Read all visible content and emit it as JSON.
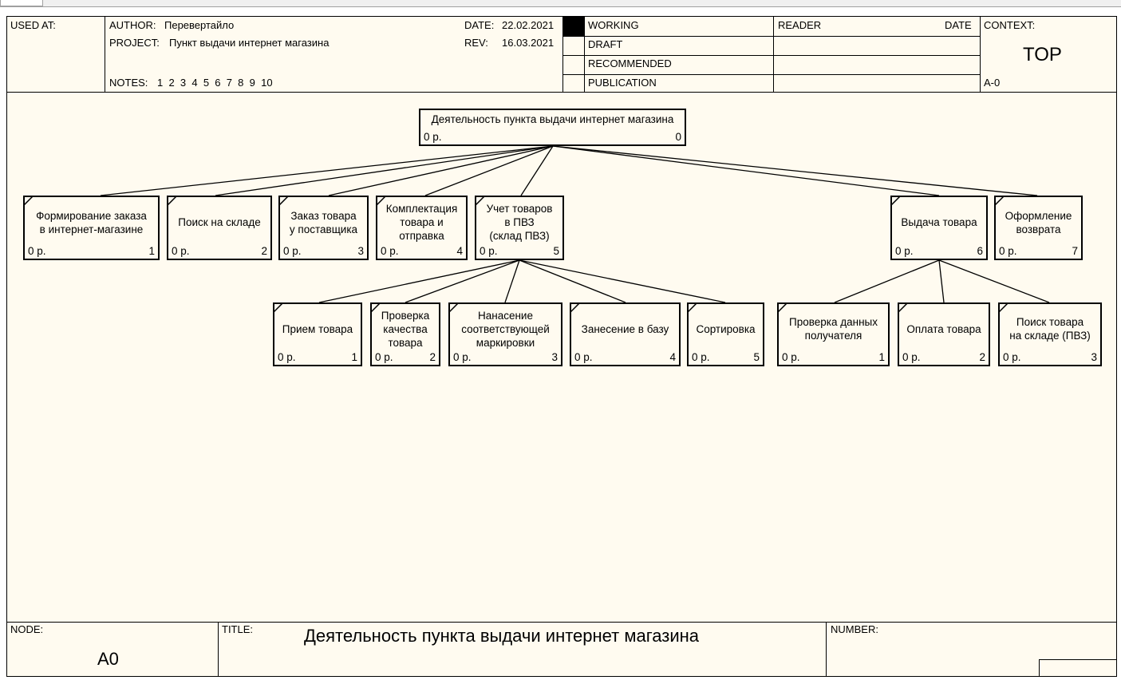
{
  "header": {
    "used_at_label": "USED AT:",
    "author_label": "AUTHOR:",
    "author_value": "Перевертайло",
    "project_label": "PROJECT:",
    "project_value": "Пункт выдачи интернет магазина",
    "notes_label": "NOTES:",
    "notes_value": "1  2  3  4  5  6  7  8  9  10",
    "date_label": "DATE:",
    "date_value": "22.02.2021",
    "rev_label": "REV:",
    "rev_value": "16.03.2021",
    "status": [
      "WORKING",
      "DRAFT",
      "RECOMMENDED",
      "PUBLICATION"
    ],
    "reader_label": "READER",
    "reader_date_label": "DATE",
    "context_label": "CONTEXT:",
    "context_value": "TOP",
    "context_node": "A-0"
  },
  "footer": {
    "node_label": "NODE:",
    "node_value": "A0",
    "title_label": "TITLE:",
    "title_value": "Деятельность пункта выдачи интернет магазина",
    "number_label": "NUMBER:"
  },
  "diagram": {
    "root": {
      "label": "Деятельность пункта выдачи интернет магазина",
      "cost": "0 р.",
      "num": "0"
    },
    "level1": [
      {
        "label": "Формирование заказа\nв интернет-магазине",
        "cost": "0 р.",
        "num": "1"
      },
      {
        "label": "Поиск на складе",
        "cost": "0 р.",
        "num": "2"
      },
      {
        "label": "Заказ товара\nу поставщика",
        "cost": "0 р.",
        "num": "3"
      },
      {
        "label": "Комплектация\nтовара и\nотправка",
        "cost": "0 р.",
        "num": "4"
      },
      {
        "label": "Учет товаров\nв ПВЗ\n(склад ПВЗ)",
        "cost": "0 р.",
        "num": "5"
      },
      {
        "label": "Выдача товара",
        "cost": "0 р.",
        "num": "6"
      },
      {
        "label": "Оформление\nвозврата",
        "cost": "0 р.",
        "num": "7"
      }
    ],
    "level2_a": [
      {
        "label": "Прием товара",
        "cost": "0 р.",
        "num": "1"
      },
      {
        "label": "Проверка\nкачества\nтовара",
        "cost": "0 р.",
        "num": "2"
      },
      {
        "label": "Нанасение\nсоответствующей\nмаркировки",
        "cost": "0 р.",
        "num": "3"
      },
      {
        "label": "Занесение в базу",
        "cost": "0 р.",
        "num": "4"
      },
      {
        "label": "Сортировка",
        "cost": "0 р.",
        "num": "5"
      }
    ],
    "level2_b": [
      {
        "label": "Проверка данных\nполучателя",
        "cost": "0 р.",
        "num": "1"
      },
      {
        "label": "Оплата товара",
        "cost": "0 р.",
        "num": "2"
      },
      {
        "label": "Поиск товара\nна складе (ПВЗ)",
        "cost": "0 р.",
        "num": "3"
      }
    ]
  }
}
